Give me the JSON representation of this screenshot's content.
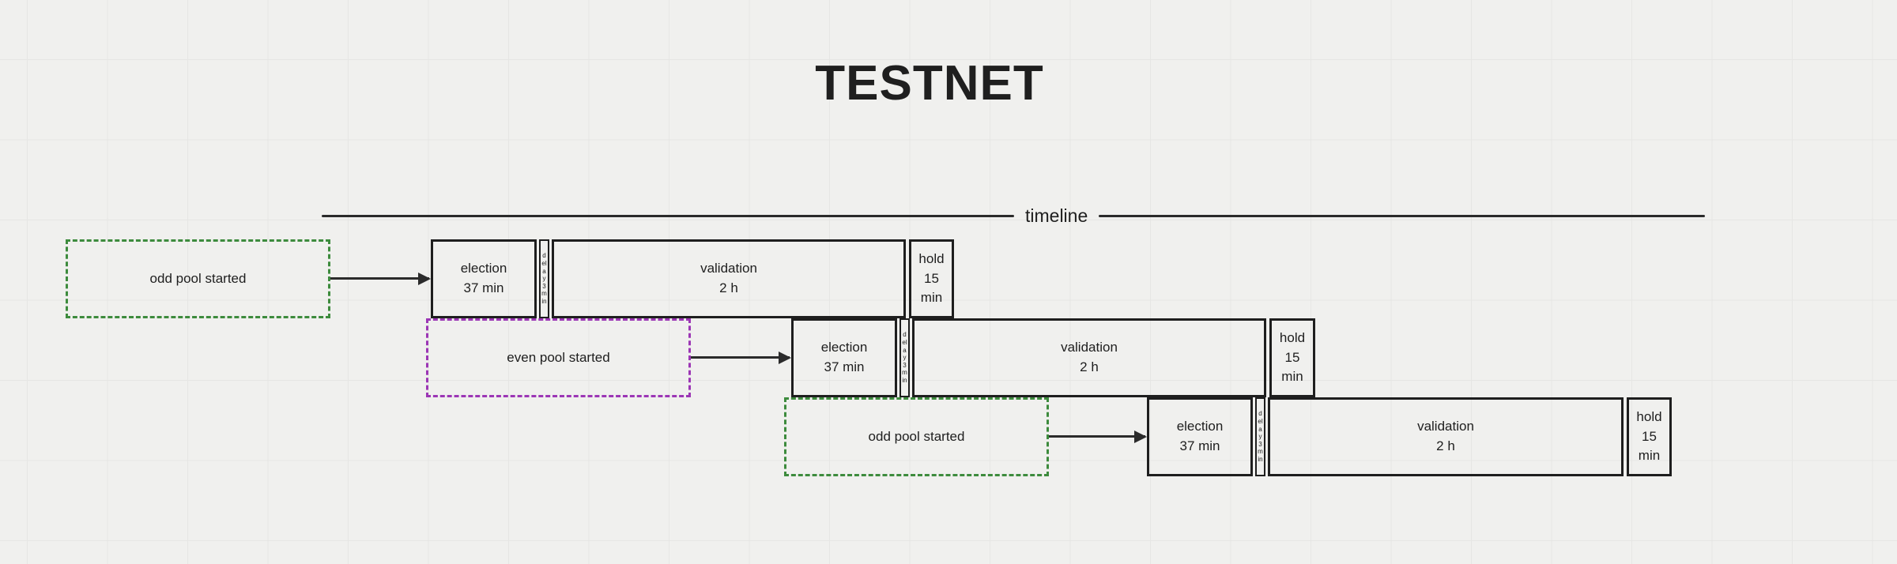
{
  "title": "TESTNET",
  "timeline": {
    "label": "timeline"
  },
  "palette": {
    "ink": "#1e1e1e",
    "green": "#3d8b3d",
    "purple": "#9c36b5",
    "canvas_bg": "#f0f0ee",
    "grid_line": "#e6e6e4"
  },
  "rows": [
    {
      "trigger": {
        "label": "odd pool started",
        "color": "#3d8b3d"
      },
      "phases": {
        "election": [
          "election",
          "37 min"
        ],
        "delay": "delay 3 min",
        "validation": [
          "validation",
          "2 h"
        ],
        "hold": [
          "hold",
          "15",
          "min"
        ]
      }
    },
    {
      "trigger": {
        "label": "even pool started",
        "color": "#9c36b5"
      },
      "phases": {
        "election": [
          "election",
          "37 min"
        ],
        "delay": "delay 3 min",
        "validation": [
          "validation",
          "2 h"
        ],
        "hold": [
          "hold",
          "15",
          "min"
        ]
      }
    },
    {
      "trigger": {
        "label": "odd pool started",
        "color": "#3d8b3d"
      },
      "phases": {
        "election": [
          "election",
          "37 min"
        ],
        "delay": "delay 3 min",
        "validation": [
          "validation",
          "2 h"
        ],
        "hold": [
          "hold",
          "15",
          "min"
        ]
      }
    }
  ]
}
